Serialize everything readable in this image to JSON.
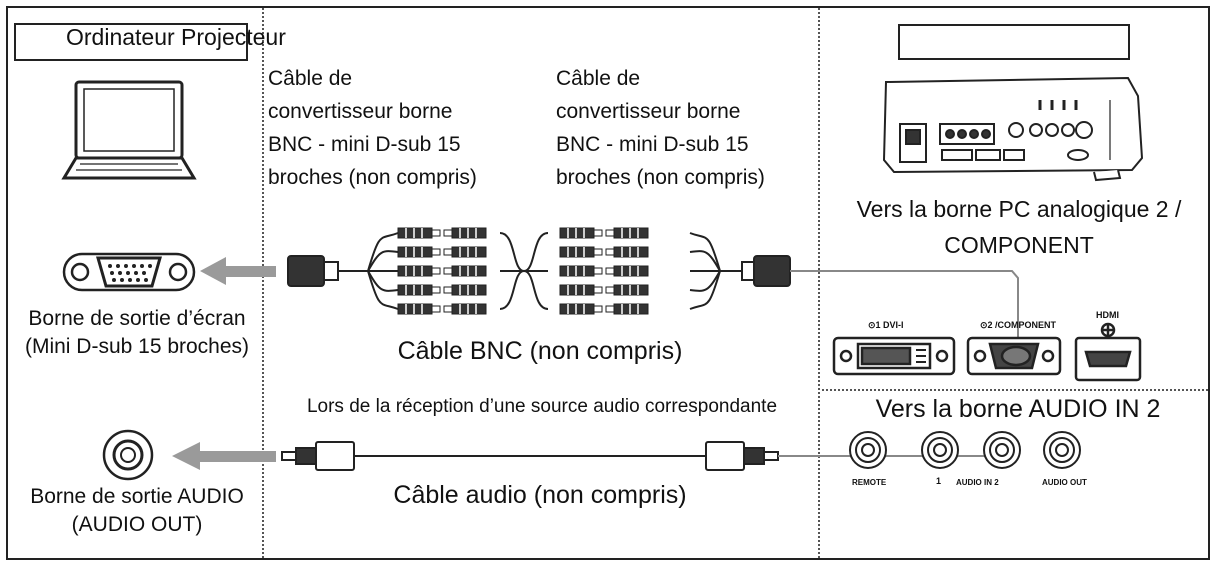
{
  "header": {
    "computer_title": "Ordinateur Projecteur",
    "projector_title": ""
  },
  "left": {
    "screen_output_label_1": "Borne de sortie d’écran",
    "screen_output_label_2": "(Mini D-sub 15 broches)",
    "audio_output_label_1": "Borne de sortie AUDIO",
    "audio_output_label_2": "(AUDIO OUT)"
  },
  "middle": {
    "converter_cable_1": [
      "Câble de",
      "convertisseur borne",
      "BNC - mini D-sub 15",
      "broches (non compris)"
    ],
    "converter_cable_2": [
      "Câble de",
      "convertisseur borne",
      "BNC - mini D-sub 15",
      "broches (non compris)"
    ],
    "bnc_cable_label": "Câble BNC (non compris)",
    "audio_note": "Lors de la réception d’une source audio correspondante",
    "audio_cable_label": "Câble audio (non compris)"
  },
  "right": {
    "pc_terminal_label_1": "Vers la borne PC analogique 2 /",
    "pc_terminal_label_2": "COMPONENT",
    "port_dvi_label": "⊙1 DVI-I",
    "port_component_label": "⊙2 /COMPONENT",
    "port_hdmi_label": "HDMI",
    "audio_in_label": "Vers la borne AUDIO IN 2",
    "jack_remote_label": "REMOTE",
    "jack_1_label": "1",
    "jack_audio_in_2_label": "AUDIO IN  2",
    "jack_audio_out_label": "AUDIO OUT"
  },
  "colors": {
    "arrow": "#9a9a9a",
    "line": "#222222"
  }
}
